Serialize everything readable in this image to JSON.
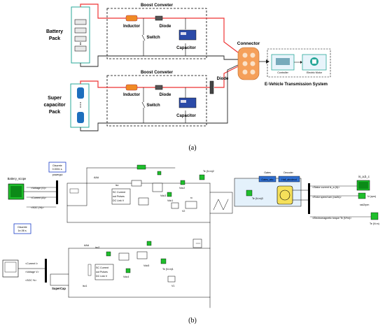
{
  "panel_a": {
    "caption": "(a)",
    "battery_label": [
      "Battery",
      "Pack"
    ],
    "supercap_label": [
      "Super",
      "capacitor",
      "Pack"
    ],
    "top_converter": {
      "title": "Boost Conveter",
      "inductor": "Inductor",
      "diode": "Diode",
      "switch": "Switch",
      "capacitor": "Capacitor"
    },
    "bottom_converter": {
      "title": "Boost Conveter",
      "inductor": "Inductor",
      "diode": "Diode",
      "switch": "Switch",
      "capacitor": "Capacitor"
    },
    "external_diode": "Diode",
    "connector": "Connector",
    "controller": "Controller",
    "motor": "Electric Motor",
    "system_label": "E-Vehicle  Transmission System"
  },
  "panel_b": {
    "caption": "(b)",
    "battery_scope": "Battery_scope",
    "battery_block_outputs": [
      "<Voltage (V)>",
      "<Current (A)>",
      "<SOC (%)>"
    ],
    "powergui_1": [
      "Discrete",
      "0.0001 s."
    ],
    "powergui_1_label": "powergui",
    "powergui_2": [
      "Discrete",
      "1e-06 s."
    ],
    "supercap_outputs": [
      "<Current I>",
      "<Voltage V>",
      "<SOC %>"
    ],
    "supercap_label": "SuperCap",
    "sc_control_1": [
      "SC Current",
      "out Pulses",
      "DC Link V"
    ],
    "sc_control_2": [
      "SC Current",
      "out Pulses",
      "DC Link V"
    ],
    "labels": {
      "isc": "isc",
      "isc2": "isc2",
      "isc1": "isc1",
      "vdc3": "Vdc3",
      "vdc1": "Vdc1",
      "vdc2": "Vdc2",
      "vdc5": "Vdc5",
      "vdc4": "Vdc4",
      "v2": "V2",
      "v1": "V1",
      "te_nm2": "Te (N.m)2",
      "te_nm3": "Te (N.m)3",
      "te_nm1": "Te (N.m)1",
      "te_nm": "Te (N.m)",
      "gates": "Gates",
      "decoder": "Decoder",
      "gates_block": "Gates_abc",
      "decoder_block": "Hall_abcdecd",
      "is_abc": "is_a,b_c",
      "n_rpm": "N (rpm)",
      "rad2rpm": "rad2rpm",
      "te_out": "Te (N.m)",
      "rc": "rc",
      "n_left": "N"
    },
    "motor_outputs": [
      "<Stator current is_a (A)>",
      "<Rotor speed wm (rad/s)>",
      "<Electromagnetic torque Te (N*m)>"
    ]
  }
}
